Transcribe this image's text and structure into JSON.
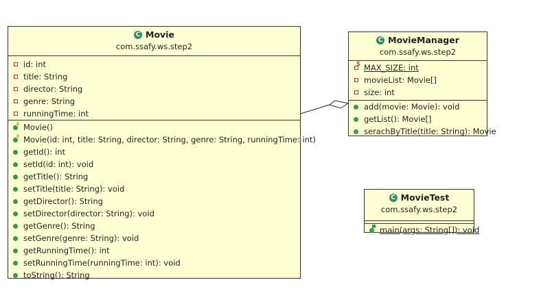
{
  "classes": {
    "movie": {
      "name": "Movie",
      "package": "com.ssafy.ws.step2",
      "attributes": [
        "id: int",
        "title: String",
        "director: String",
        "genre: String",
        "runningTime: int"
      ],
      "methods": [
        "Movie()",
        "Movie(id: int, title: String, director: String, genre: String, runningTime: int)",
        "getId(): int",
        "setId(id: int): void",
        "getTitle(): String",
        "setTitle(title: String): void",
        "getDirector(): String",
        "setDirector(director: String): void",
        "getGenre(): String",
        "setGenre(genre: String): void",
        "getRunningTime(): int",
        "setRunningTime(runningTime: int): void",
        "toString(): String"
      ]
    },
    "movie_manager": {
      "name": "MovieManager",
      "package": "com.ssafy.ws.step2",
      "attributes": [
        "MAX_SIZE: int",
        "movieList: Movie[]",
        "size: int"
      ],
      "methods": [
        "add(movie: Movie): void",
        "getList(): Movie[]",
        "serachByTitle(title: String): Movie"
      ]
    },
    "movie_test": {
      "name": "MovieTest",
      "package": "com.ssafy.ws.step2",
      "attributes": [],
      "methods": [
        "main(args: String[]): void"
      ]
    }
  },
  "icons": {
    "class_icon": "class-icon",
    "field_icon": "private-field-icon",
    "method_icon": "public-method-icon",
    "constructor_icon": "constructor-icon",
    "static_field_icon": "static-field-icon",
    "static_method_icon": "static-method-icon"
  },
  "colors": {
    "class_fill": "#ffffd4",
    "class_icon": "#2f8f5f",
    "field_icon": "#c0392b",
    "method_icon": "#2e9e4a"
  },
  "relationships": [
    {
      "type": "aggregation",
      "from": "MovieManager",
      "to": "Movie"
    }
  ]
}
